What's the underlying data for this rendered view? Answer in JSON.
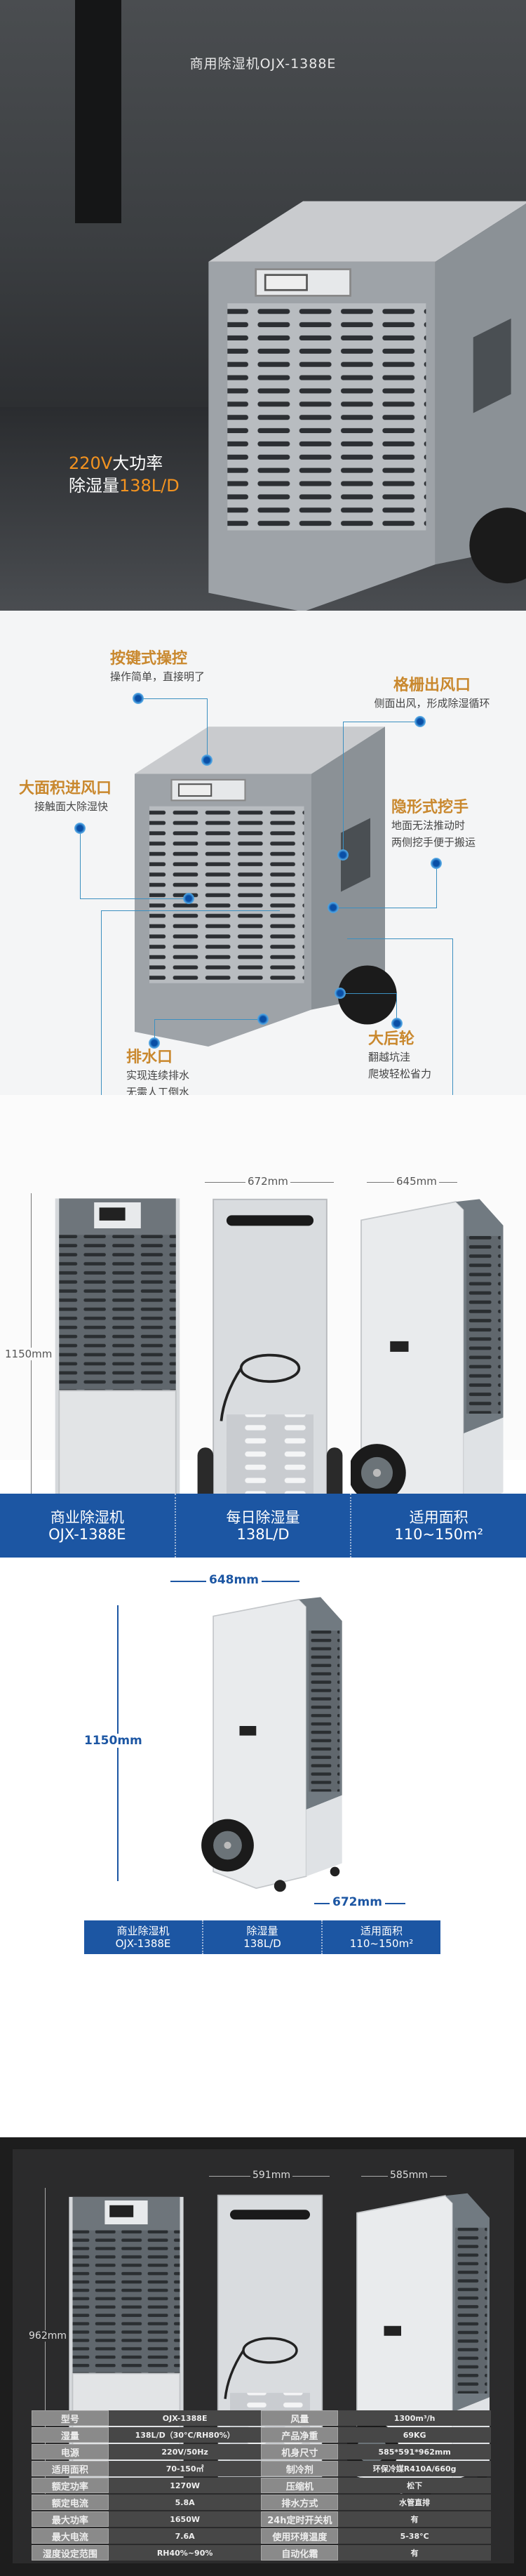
{
  "hero": {
    "title": "商用除湿机OJX-1388E",
    "line1_accent": "220V",
    "line1_text": "大功率",
    "line2_text": "除湿量",
    "line2_accent": "138L/D",
    "accent_color": "#f39320"
  },
  "features": [
    {
      "title": "按键式操控",
      "sub": [
        "操作简单，直接明了"
      ]
    },
    {
      "title": "格栅出风口",
      "sub": [
        "侧面出风，形成除湿循环"
      ]
    },
    {
      "title": "大面积进风口",
      "sub": [
        "接触面大除湿快"
      ]
    },
    {
      "title": "隐形式挖手",
      "sub": [
        "地面无法推动时",
        "两侧挖手便于搬运"
      ]
    },
    {
      "title": "排水口",
      "sub": [
        "实现连续排水",
        "无需人工倒水"
      ]
    },
    {
      "title": "大后轮",
      "sub": [
        "翻越坑洼",
        "爬坡轻松省力"
      ]
    }
  ],
  "dims1": {
    "height": "1150mm",
    "width": "672mm",
    "depth": "645mm"
  },
  "band1": [
    {
      "label": "商业除湿机",
      "value": "OJX-1388E"
    },
    {
      "label": "每日除湿量",
      "value": "138L/D"
    },
    {
      "label": "适用面积",
      "value": "110~150m²"
    }
  ],
  "dims2": {
    "width": "648mm",
    "height": "1150mm",
    "depth": "672mm"
  },
  "band2": [
    {
      "label": "商业除湿机",
      "value": "OJX-1388E"
    },
    {
      "label": "除湿量",
      "value": "138L/D"
    },
    {
      "label": "适用面积",
      "value": "110~150m²"
    }
  ],
  "dims3": {
    "height": "962mm",
    "width": "591mm",
    "depth": "585mm"
  },
  "specs": [
    [
      "型号",
      "OJX-1388E",
      "风量",
      "1300m³/h"
    ],
    [
      "湿量",
      "138L/D（30°C/RH80%）",
      "产品净重",
      "69KG"
    ],
    [
      "电源",
      "220V/50Hz",
      "机身尺寸",
      "585*591*962mm"
    ],
    [
      "适用面积",
      "70-150㎡",
      "制冷剂",
      "环保冷媒R410A/660g"
    ],
    [
      "额定功率",
      "1270W",
      "压缩机",
      "松下"
    ],
    [
      "额定电流",
      "5.8A",
      "排水方式",
      "水管直排"
    ],
    [
      "最大功率",
      "1650W",
      "24h定时开关机",
      "有"
    ],
    [
      "最大电流",
      "7.6A",
      "使用环境温度",
      "5-38°C"
    ],
    [
      "湿度设定范围",
      "RH40%~90%",
      "自动化霜",
      "有"
    ]
  ],
  "colors": {
    "band_blue": "#1c56a3",
    "feature_gold": "#c9882e"
  }
}
